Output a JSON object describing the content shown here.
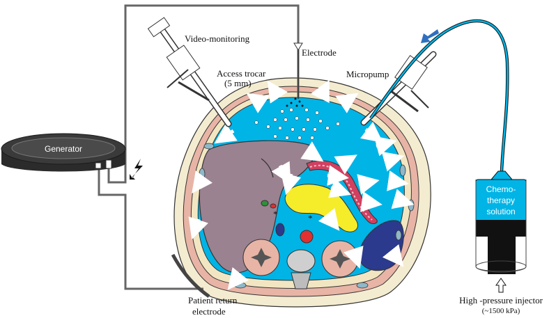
{
  "labels": {
    "generator": "Generator",
    "video_monitoring": "Video-monitoring",
    "electrode": "Electrode",
    "access_trocar_line1": "Access trocar",
    "access_trocar_line2": "(5 mm)",
    "micropump": "Micropump",
    "patient_return_line1": "Patient return",
    "patient_return_line2": "electrode",
    "chemo_line1": "Chemo-",
    "chemo_line2": "therapy",
    "chemo_line3": "solution",
    "injector_line1": "High -pressure injector",
    "injector_line2": "(~1500 kPa)"
  },
  "colors": {
    "cavity_blue": "#00b4e6",
    "liver": "#9b8290",
    "muscle": "#e8b4a6",
    "fat": "#f2e6c2",
    "stomach_yellow": "#f5ec2a",
    "spleen_navy": "#2b3a8c",
    "colon_pink": "#d04060",
    "generator_dark": "#3a3a3a",
    "arrow_blue": "#2f6fc0"
  }
}
